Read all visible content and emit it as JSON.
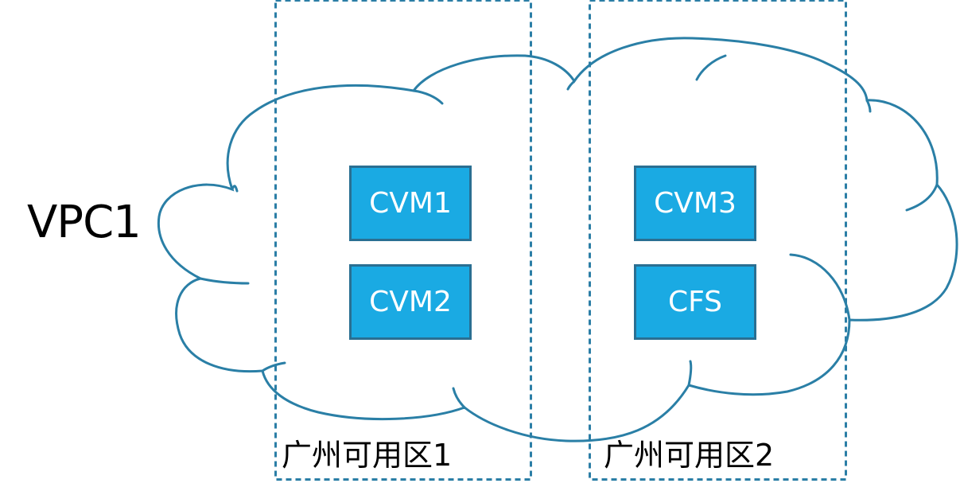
{
  "vpc": {
    "label": "VPC1"
  },
  "zones": [
    {
      "label": "广州可用区1"
    },
    {
      "label": "广州可用区2"
    }
  ],
  "nodes": {
    "cvm1": "CVM1",
    "cvm2": "CVM2",
    "cvm3": "CVM3",
    "cfs": "CFS"
  },
  "colors": {
    "cloud_stroke": "#2a7fa6",
    "zone_border": "#2b7ea6",
    "node_fill": "#1aaae3",
    "node_border": "#2a6f92",
    "node_text": "#ffffff",
    "label_text": "#000000"
  }
}
